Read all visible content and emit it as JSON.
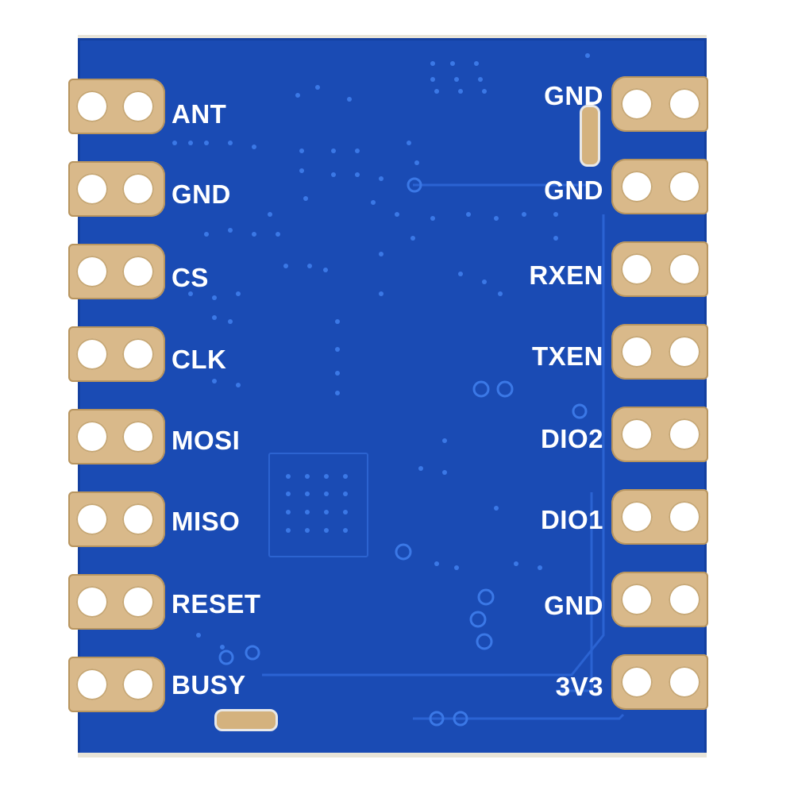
{
  "board": {
    "color": "#1a4bb4",
    "pad_color": "#d9b98a",
    "left_pins": [
      "ANT",
      "GND",
      "CS",
      "CLK",
      "MOSI",
      "MISO",
      "RESET",
      "BUSY"
    ],
    "right_pins": [
      "GND",
      "GND",
      "RXEN",
      "TXEN",
      "DIO2",
      "DIO1",
      "GND",
      "3V3"
    ]
  }
}
